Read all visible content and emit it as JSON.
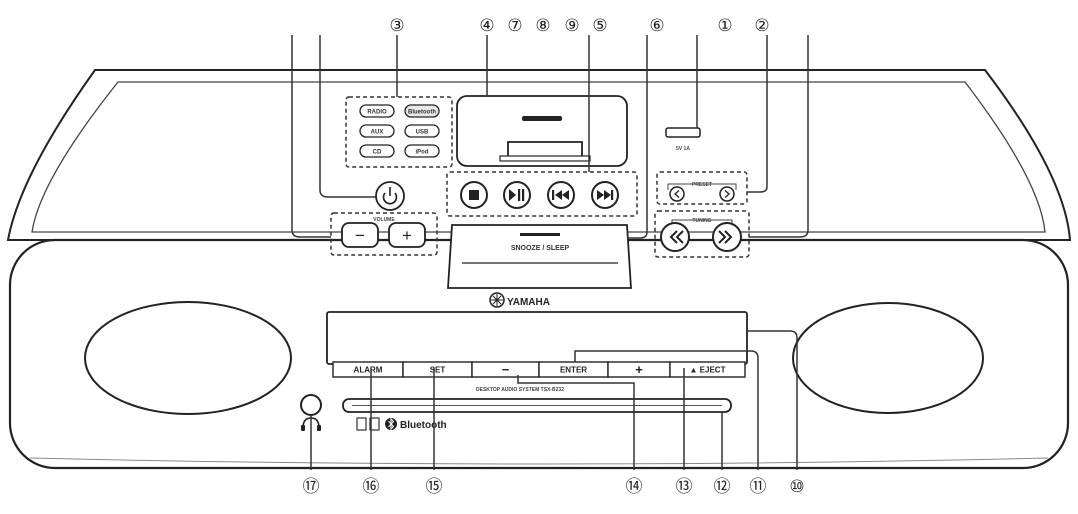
{
  "brand": "YAMAHA",
  "bluetooth_logo": "Bluetooth",
  "source_buttons": [
    "RADIO",
    "Bluetooth",
    "AUX",
    "USB",
    "CD",
    "iPod"
  ],
  "transport_icons": [
    "stop-icon",
    "play-pause-icon",
    "skip-back-icon",
    "skip-forward-icon"
  ],
  "labels": {
    "volume": "VOLUME",
    "volume_minus": "−",
    "volume_plus": "+",
    "preset": "PRESET",
    "tuning": "TUNING",
    "snooze": "SNOOZE / SLEEP",
    "usb_rating": "5V 1A",
    "model_line": "DESKTOP AUDIO SYSTEM TSX-B232"
  },
  "front_buttons": [
    "ALARM",
    "SET",
    "−",
    "ENTER",
    "+",
    "▲ EJECT"
  ],
  "callouts": {
    "top": [
      "③",
      "④",
      "⑦",
      "⑧",
      "⑨",
      "⑤",
      "⑥",
      "①",
      "②"
    ],
    "bottom": [
      "⑰",
      "⑯",
      "⑮",
      "⑭",
      "⑬",
      "⑫",
      "⑪",
      "⑩"
    ]
  }
}
